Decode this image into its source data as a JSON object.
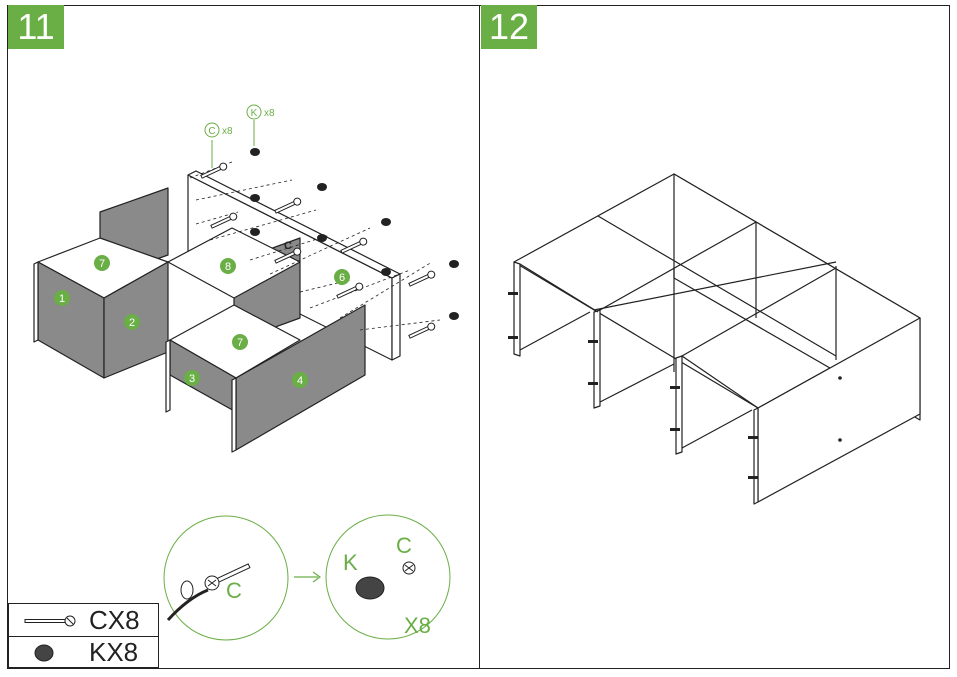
{
  "steps": [
    {
      "number": "11"
    },
    {
      "number": "12"
    }
  ],
  "callouts": {
    "c_count": "x8",
    "k_count": "x8",
    "c_letter": "C",
    "k_letter": "K",
    "inline_c": "C"
  },
  "part_numbers": [
    "1",
    "2",
    "3",
    "4",
    "6",
    "7",
    "7",
    "8"
  ],
  "detail": {
    "left_label": "C",
    "right_k": "K",
    "right_c": "C",
    "right_count": "X8"
  },
  "legend": [
    {
      "icon": "screw-icon",
      "label": "CX8"
    },
    {
      "icon": "cap-icon",
      "label": "KX8"
    }
  ],
  "colors": {
    "accent_green": "#6aae46",
    "panel_gray": "#8a8a8a",
    "line": "#222222"
  }
}
